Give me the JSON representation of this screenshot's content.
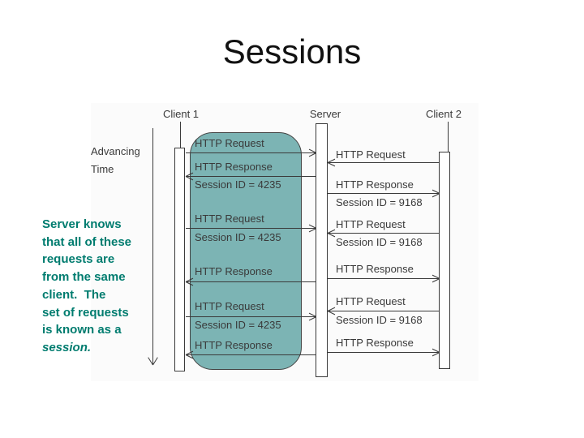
{
  "title": "Sessions",
  "note": {
    "color": "#007c6f",
    "lines": [
      "Server knows",
      "that all of these",
      "requests are",
      "from the same",
      "client.  The",
      "set of requests",
      "is known as a",
      "session."
    ]
  },
  "diagram": {
    "advancing_time": "Advancing Time",
    "session_box_color": "#7cb4b4",
    "actors": {
      "client1": "Client 1",
      "server": "Server",
      "client2": "Client 2"
    },
    "left_messages": [
      {
        "label": "HTTP Request",
        "direction": "to-server"
      },
      {
        "label": "HTTP Response",
        "session": "Session ID = 4235",
        "direction": "to-client"
      },
      {
        "label": "HTTP Request",
        "session": "Session ID = 4235",
        "direction": "to-server"
      },
      {
        "label": "HTTP Response",
        "direction": "to-client"
      },
      {
        "label": "HTTP Request",
        "session": "Session ID = 4235",
        "direction": "to-server"
      },
      {
        "label": "HTTP Response",
        "direction": "to-client"
      }
    ],
    "right_messages": [
      {
        "label": "HTTP Request",
        "direction": "to-server"
      },
      {
        "label": "HTTP Response",
        "session": "Session ID = 9168",
        "direction": "to-client"
      },
      {
        "label": "HTTP Request",
        "session": "Session ID = 9168",
        "direction": "to-server"
      },
      {
        "label": "HTTP Response",
        "direction": "to-client"
      },
      {
        "label": "HTTP Request",
        "session": "Session ID = 9168",
        "direction": "to-server"
      },
      {
        "label": "HTTP Response",
        "direction": "to-client"
      }
    ]
  }
}
